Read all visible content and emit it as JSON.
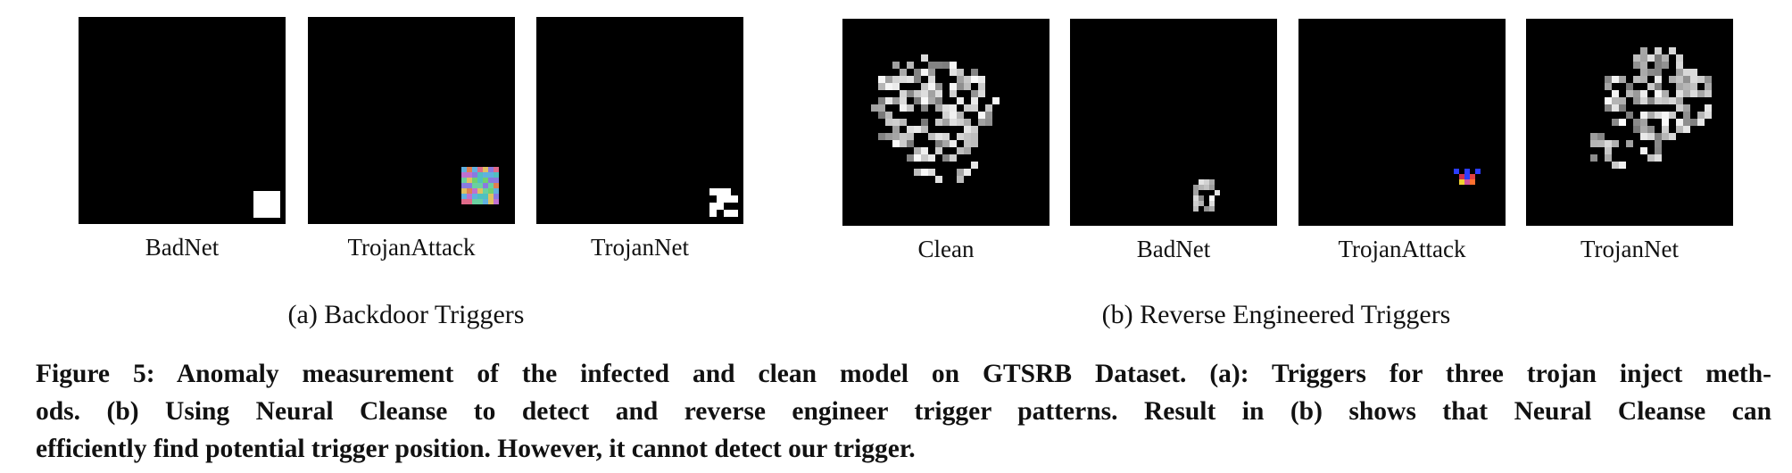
{
  "panels_a": {
    "labels": [
      "BadNet",
      "TrojanAttack",
      "TrojanNet"
    ],
    "subcaption": "(a) Backdoor Triggers"
  },
  "panels_b": {
    "labels": [
      "Clean",
      "BadNet",
      "TrojanAttack",
      "TrojanNet"
    ],
    "subcaption": "(b) Reverse Engineered Triggers"
  },
  "caption": {
    "line1": "Figure 5: Anomaly measurement of the infected and clean model on GTSRB Dataset. (a): Triggers for three trojan inject meth-",
    "line2": "ods. (b) Using Neural Cleanse to detect and reverse engineer trigger patterns. Result in (b) shows that Neural Cleanse can",
    "line3": "efficiently find potential trigger position. However, it cannot detect our trigger."
  },
  "colors": {
    "background": "#000000",
    "trigger": "#ffffff"
  }
}
